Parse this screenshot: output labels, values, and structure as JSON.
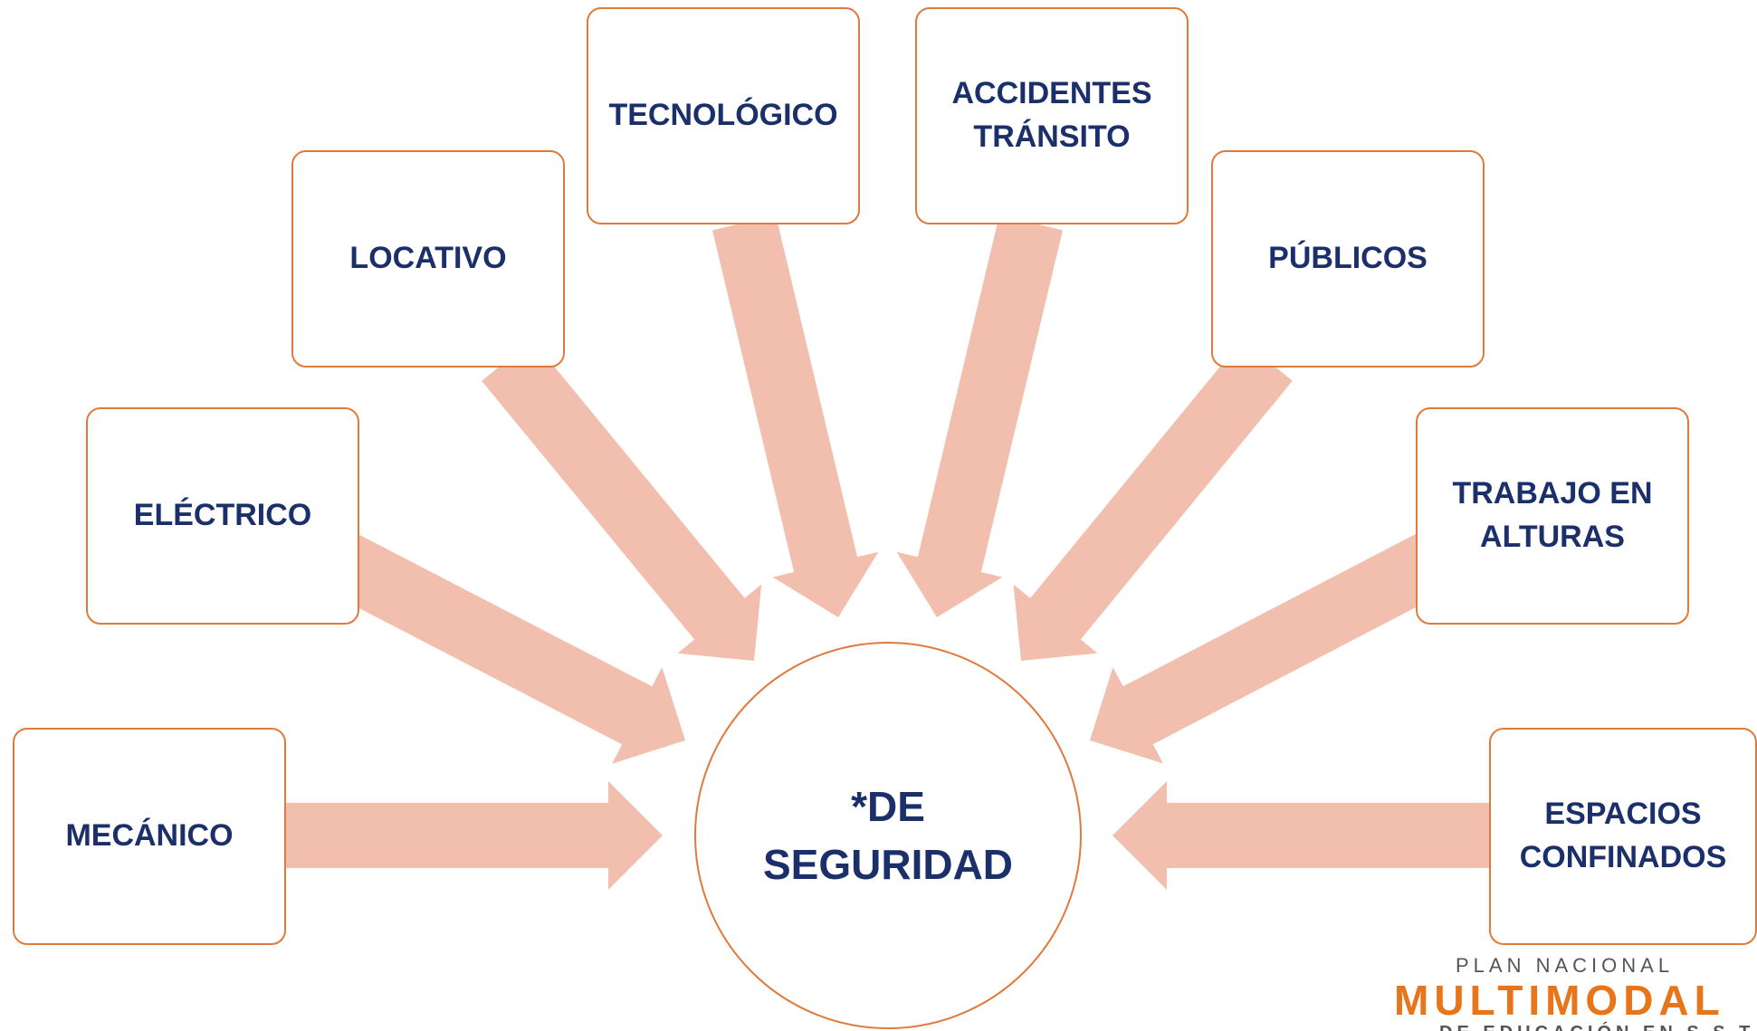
{
  "colors": {
    "arrow_fill": "#f2bfae",
    "box_border": "#e07a3c",
    "text": "#1b2f6b",
    "logo_accent": "#e8751a"
  },
  "center": {
    "label": "*DE\nSEGURIDAD"
  },
  "nodes": [
    {
      "label": "MECÁNICO"
    },
    {
      "label": "ELÉCTRICO"
    },
    {
      "label": "LOCATIVO"
    },
    {
      "label": "TECNOLÓGICO"
    },
    {
      "label": "ACCIDENTES\nTRÁNSITO"
    },
    {
      "label": "PÚBLICOS"
    },
    {
      "label": "TRABAJO EN\nALTURAS"
    },
    {
      "label": "ESPACIOS\nCONFINADOS"
    }
  ],
  "logo": {
    "top": "PLAN NACIONAL",
    "main": "MULTIMODAL",
    "bottom": "DE EDUCACIÓN EN S.S.T."
  }
}
